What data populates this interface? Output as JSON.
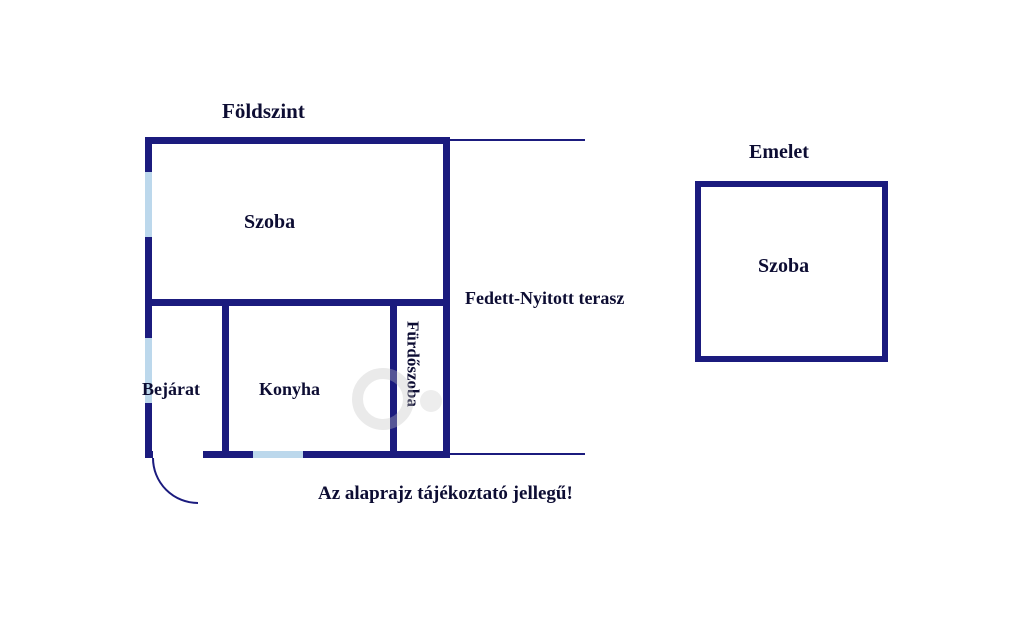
{
  "colors": {
    "wall": "#1b1b7e",
    "window": "#bcd8ec",
    "text": "#0d0d33",
    "watermark": "#c4c4c4"
  },
  "ground_floor": {
    "title": "Földszint",
    "room_szoba": "Szoba",
    "room_bejarat": "Bejárat",
    "room_konyha": "Konyha",
    "room_furdoszoba": "Fürdőszoba",
    "terrace_label": "Fedett-Nyitott terasz"
  },
  "upper_floor": {
    "title": "Emelet",
    "room_szoba": "Szoba"
  },
  "disclaimer": "Az alaprajz tájékoztató jellegű!"
}
